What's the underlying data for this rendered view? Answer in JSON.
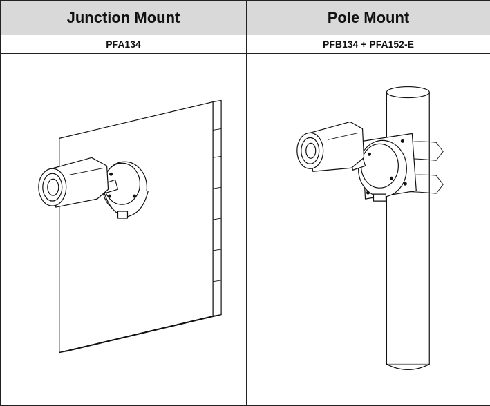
{
  "columns": [
    {
      "heading": "Junction Mount",
      "model": "PFA134",
      "illustration": "camera-on-wall-with-junction-box"
    },
    {
      "heading": "Pole Mount",
      "model": "PFB134 + PFA152-E",
      "illustration": "camera-on-pole-with-bracket"
    }
  ],
  "colors": {
    "header_background": "#d9d9d9",
    "border": "#222222",
    "line_art": "#111111"
  }
}
